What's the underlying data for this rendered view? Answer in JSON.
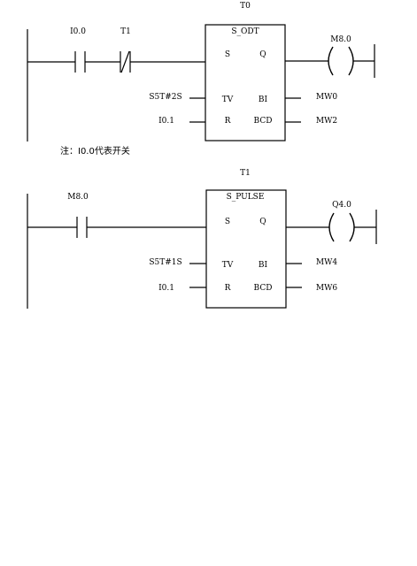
{
  "rung1": {
    "timer_name": "T0",
    "contact1": "I0.0",
    "contact2": "T1",
    "block_type": "S_ODT",
    "pin_s": "S",
    "pin_q": "Q",
    "pin_tv": "TV",
    "pin_bi": "BI",
    "pin_r": "R",
    "pin_bcd": "BCD",
    "tv_value": "S5T#2S",
    "r_value": "I0.1",
    "bi_out": "MW0",
    "bcd_out": "MW2",
    "coil": "M8.0"
  },
  "note": "注：I0.0代表开关",
  "rung2": {
    "timer_name": "T1",
    "contact1": "M8.0",
    "block_type": "S_PULSE",
    "pin_s": "S",
    "pin_q": "Q",
    "pin_tv": "TV",
    "pin_bi": "BI",
    "pin_r": "R",
    "pin_bcd": "BCD",
    "tv_value": "S5T#1S",
    "r_value": "I0.1",
    "bi_out": "MW4",
    "bcd_out": "MW6",
    "coil": "Q4.0"
  }
}
